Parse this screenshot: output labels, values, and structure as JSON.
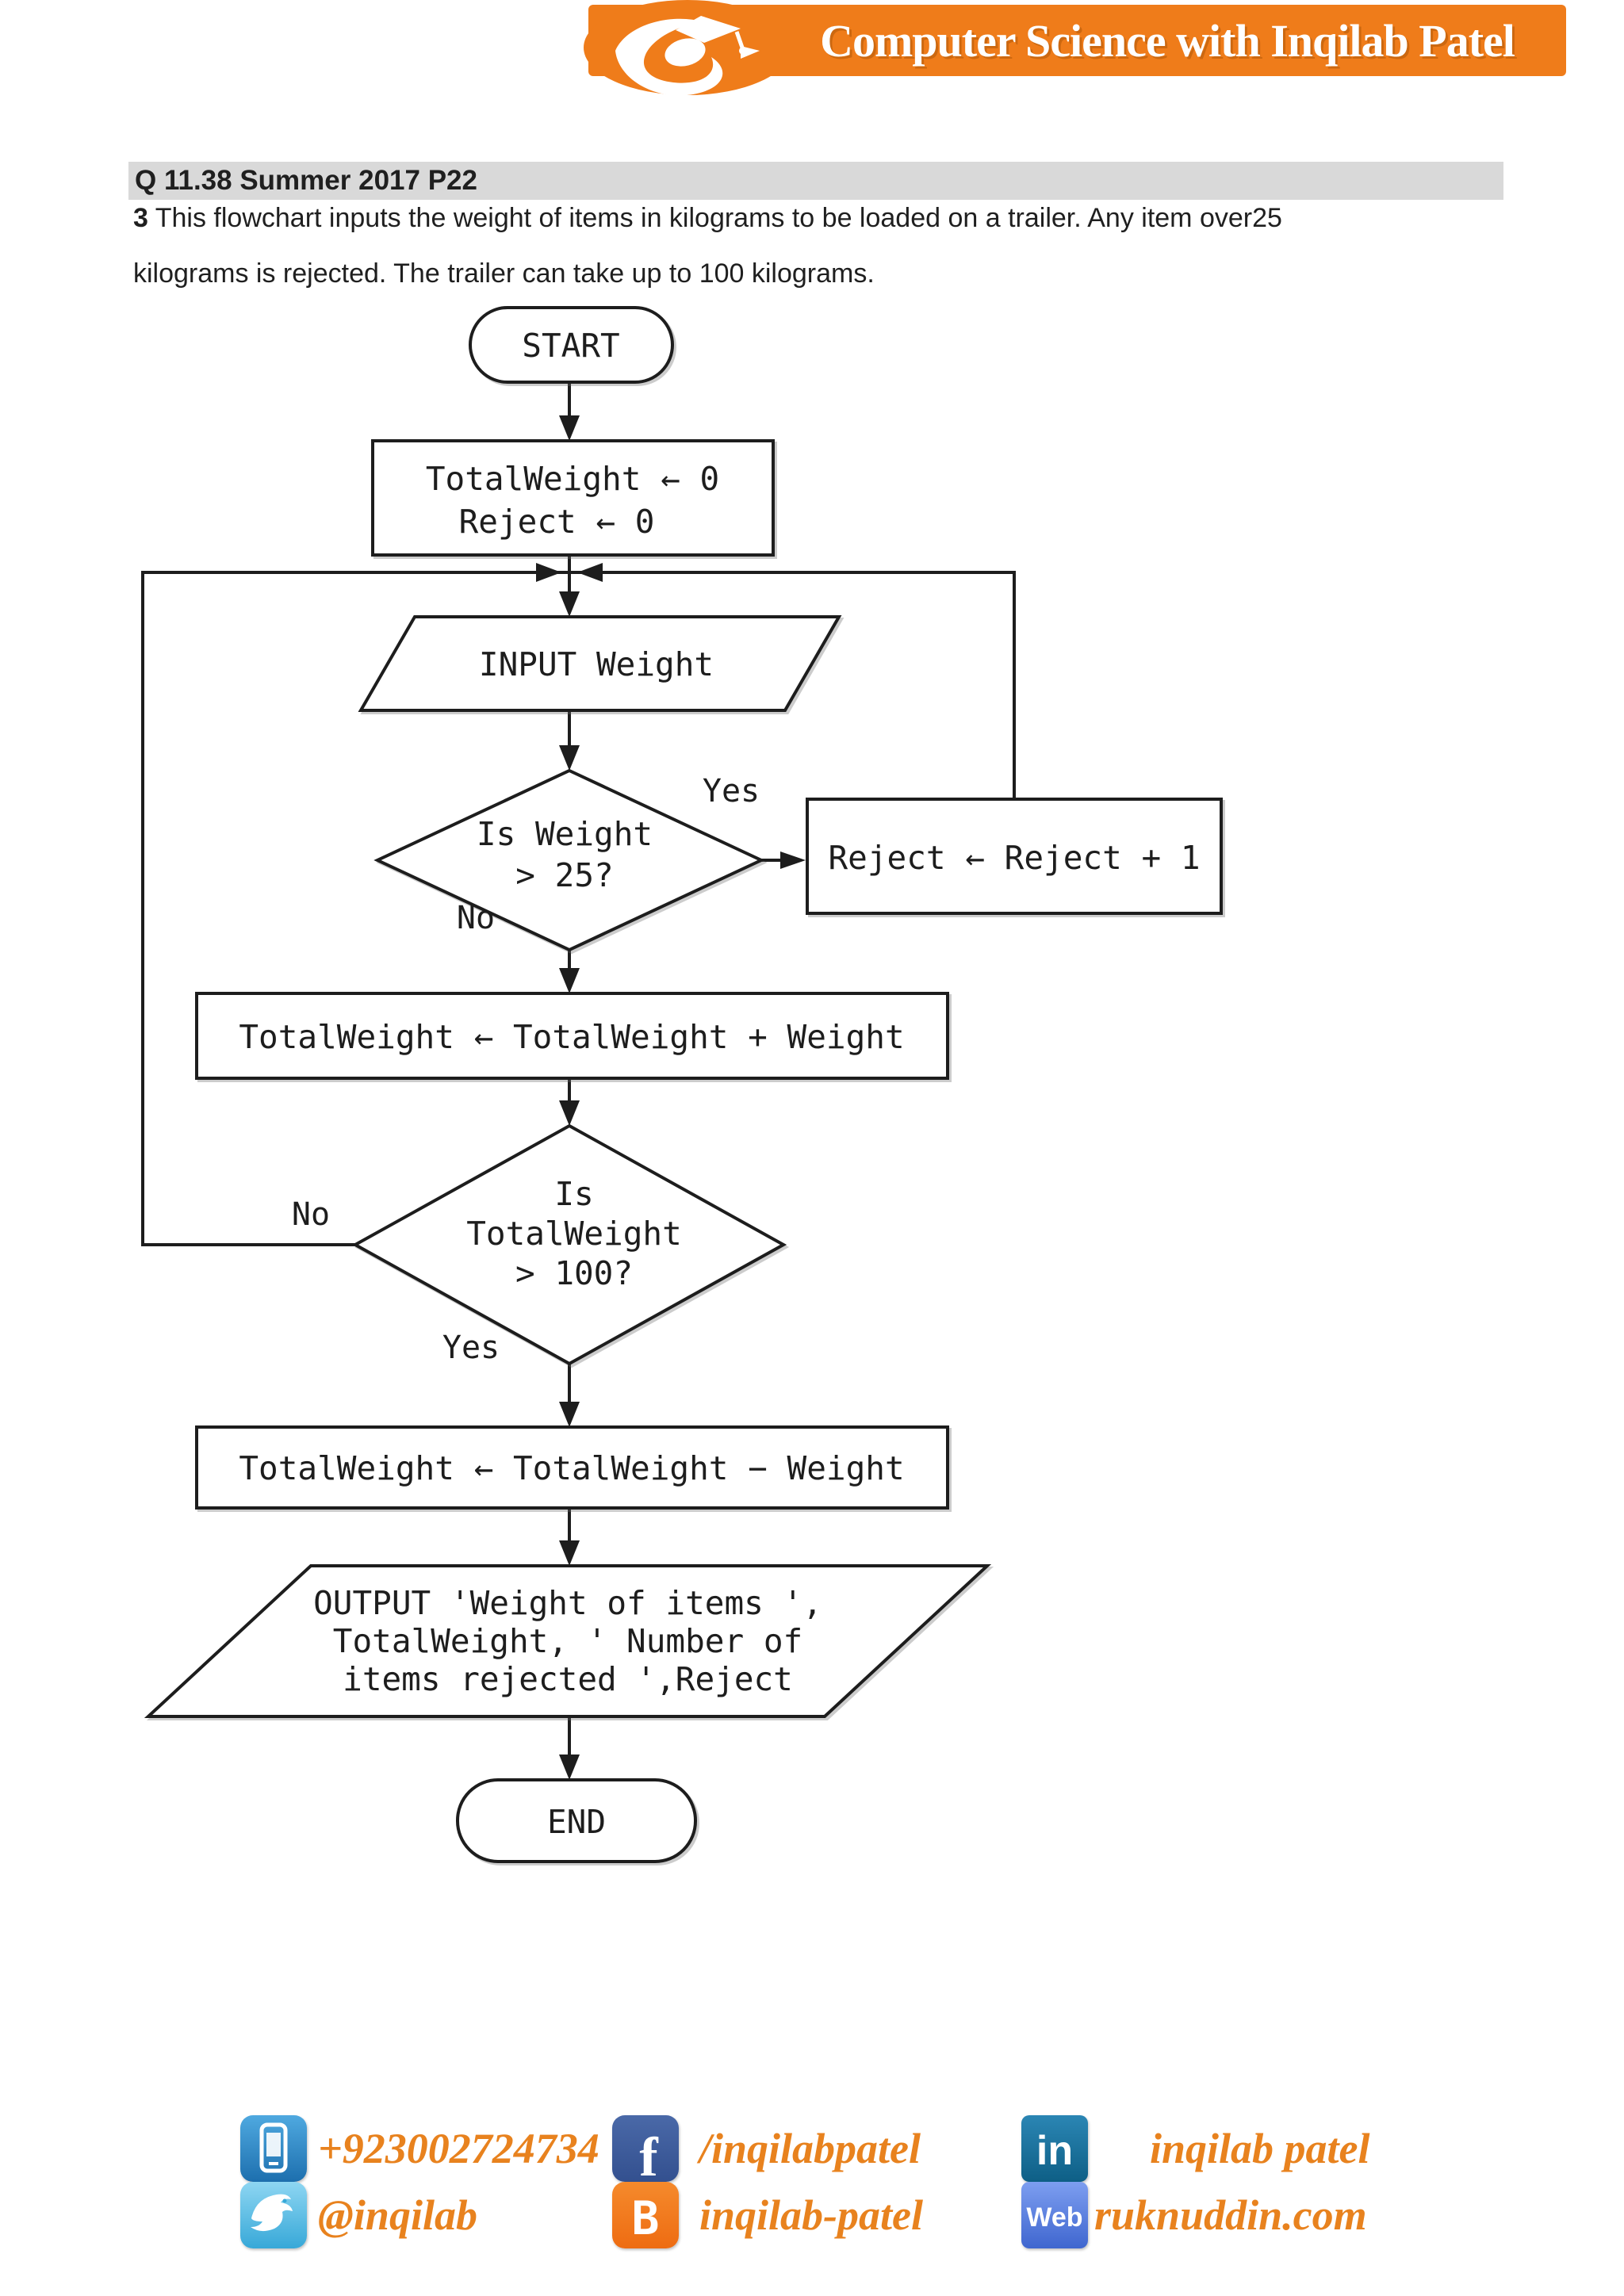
{
  "header": {
    "brand": "Computer Science with Inqilab Patel"
  },
  "question": {
    "ref": "Q 11.38 Summer 2017 P22",
    "number": "3",
    "text_line1": " This flowchart inputs the weight of items in kilograms to be loaded on a trailer. Any item over25",
    "text_line2": "kilograms is rejected. The trailer can take up to 100 kilograms."
  },
  "flowchart": {
    "start_label": "START",
    "init": {
      "line1": "TotalWeight ← 0",
      "line2": "Reject ← 0"
    },
    "input_label": "INPUT Weight",
    "decision1": {
      "line1": "Is Weight",
      "line2": "> 25?",
      "yes": "Yes",
      "no": "No"
    },
    "reject_label": "Reject ← Reject + 1",
    "add_label": "TotalWeight ← TotalWeight + Weight",
    "decision2": {
      "line1": "Is",
      "line2": "TotalWeight",
      "line3": "> 100?",
      "yes": "Yes",
      "no": "No"
    },
    "subtract_label": "TotalWeight ← TotalWeight − Weight",
    "output": {
      "line1": "OUTPUT 'Weight of items ',",
      "line2": "TotalWeight, ' Number of",
      "line3": "items rejected ',Reject"
    },
    "end_label": "END"
  },
  "footer": {
    "items": [
      {
        "icon": "phone-icon",
        "label": "+923002724734"
      },
      {
        "icon": "facebook-icon",
        "label": "/inqilabpatel",
        "glyph": "f"
      },
      {
        "icon": "linkedin-icon",
        "label": "inqilab patel",
        "glyph": "in"
      },
      {
        "icon": "twitter-icon",
        "label": "@inqilab"
      },
      {
        "icon": "blogger-icon",
        "label": "inqilab-patel",
        "glyph": "B"
      },
      {
        "icon": "web-icon",
        "label": "ruknuddin.com",
        "glyph": "Web"
      }
    ]
  },
  "colors": {
    "brand_orange": "#ef7c1a",
    "question_bar_bg": "#d9d9d9",
    "flow_line": "#1d1d1d",
    "footer_text_orange": "#e8821e",
    "facebook_blue": "#3b5998",
    "twitter_blue": "#54c0e8",
    "linkedin_blue": "#0e76a8",
    "blogger_orange": "#f57c20",
    "web_blue": "#4d6fd6",
    "phone_blue": "#2f8fc7"
  }
}
